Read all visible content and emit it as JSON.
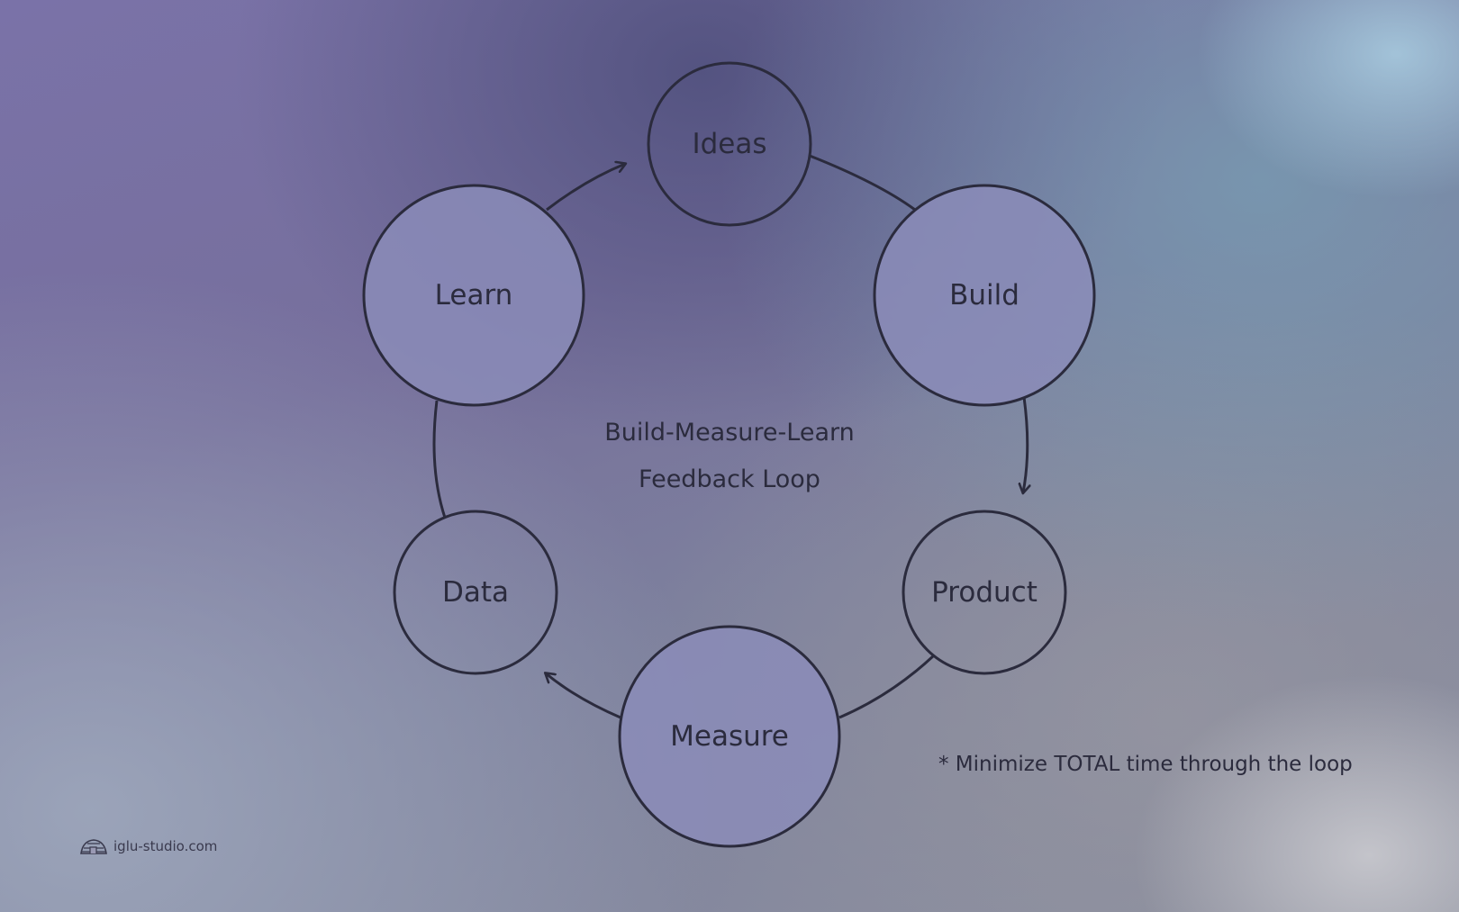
{
  "diagram": {
    "title_line1": "Build-Measure-Learn",
    "title_line2": "Feedback Loop",
    "footnote": "* Minimize TOTAL time through the loop",
    "nodes": [
      {
        "id": "ideas",
        "label": "Ideas",
        "kind": "small"
      },
      {
        "id": "build",
        "label": "Build",
        "kind": "large"
      },
      {
        "id": "product",
        "label": "Product",
        "kind": "small"
      },
      {
        "id": "measure",
        "label": "Measure",
        "kind": "large"
      },
      {
        "id": "data",
        "label": "Data",
        "kind": "small"
      },
      {
        "id": "learn",
        "label": "Learn",
        "kind": "large"
      }
    ],
    "edges": [
      {
        "from": "ideas",
        "to": "build",
        "arrow": false
      },
      {
        "from": "build",
        "to": "product",
        "arrow": true
      },
      {
        "from": "product",
        "to": "measure",
        "arrow": false
      },
      {
        "from": "measure",
        "to": "data",
        "arrow": true
      },
      {
        "from": "data",
        "to": "learn",
        "arrow": false
      },
      {
        "from": "learn",
        "to": "ideas",
        "arrow": true
      }
    ],
    "colors": {
      "stroke": "#2b2b3d",
      "small_fill": "transparent",
      "large_fill": "#8b8cb8"
    }
  },
  "watermark": {
    "icon": "igloo-icon",
    "text": "iglu-studio.com"
  }
}
